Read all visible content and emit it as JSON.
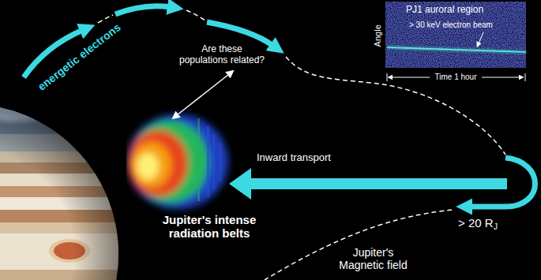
{
  "diagram": {
    "nodes": [
      {
        "text": [
          "PJ1 auroral region",
          "> 30 keV electron beam"
        ]
      }
    ],
    "labels": [
      "energetic electrons",
      "Are these populations related?",
      "Inward transport",
      "Jupiter's intense radiation belts",
      "> 20 R",
      "J",
      "Jupiter's Magnetic field",
      "Angle",
      "Time 1 hour"
    ]
  }
}
